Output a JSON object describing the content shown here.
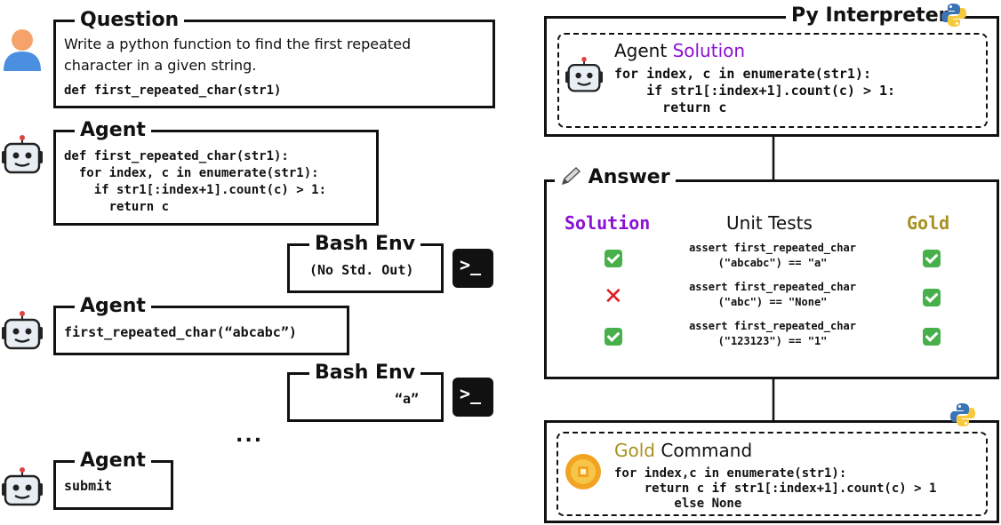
{
  "question": {
    "title": "Question",
    "text_line1": "Write a python function to find the first repeated",
    "text_line2": "character in a given string.",
    "signature": "def first_repeated_char(str1)"
  },
  "agent_steps": [
    {
      "title": "Agent",
      "code": "def first_repeated_char(str1):\n  for index, c in enumerate(str1):\n    if str1[:index+1].count(c) > 1:\n      return c"
    },
    {
      "title": "Agent",
      "code": "first_repeated_char(“abcabc”)"
    },
    {
      "title": "Agent",
      "code": "submit"
    }
  ],
  "bash_envs": [
    {
      "title": "Bash Env",
      "output": "(No Std. Out)"
    },
    {
      "title": "Bash Env",
      "output": "“a”"
    }
  ],
  "ellipsis": "...",
  "py_interpreter": {
    "title": "Py Interpreter",
    "agent_label": "Agent",
    "solution_label": "Solution",
    "code": "for index, c in enumerate(str1):\n    if str1[:index+1].count(c) > 1:\n      return c"
  },
  "answer": {
    "title": "Answer",
    "col_solution": "Solution",
    "col_tests": "Unit Tests",
    "col_gold": "Gold",
    "rows": [
      {
        "test": "assert first_repeated_char\n(\"abcabc\") == \"a\"",
        "solution": "pass",
        "gold": "pass"
      },
      {
        "test": "assert first_repeated_char\n(\"abc\") == \"None\"",
        "solution": "fail",
        "gold": "pass"
      },
      {
        "test": "assert first_repeated_char\n(\"123123\") == \"1\"",
        "solution": "pass",
        "gold": "pass"
      }
    ]
  },
  "gold_command": {
    "gold_label": "Gold",
    "command_label": "Command",
    "code": "for index,c in enumerate(str1):\n    return c if str1[:index+1].count(c) > 1\n        else None"
  },
  "colors": {
    "solution": "#8a12d6",
    "gold": "#a89020",
    "fail": "#e0191f",
    "pass": "#47b04a"
  },
  "icons": [
    "user-icon",
    "robot-icon",
    "terminal-icon",
    "python-logo-icon",
    "pencil-icon",
    "gold-coin-icon",
    "check-icon",
    "cross-icon"
  ]
}
